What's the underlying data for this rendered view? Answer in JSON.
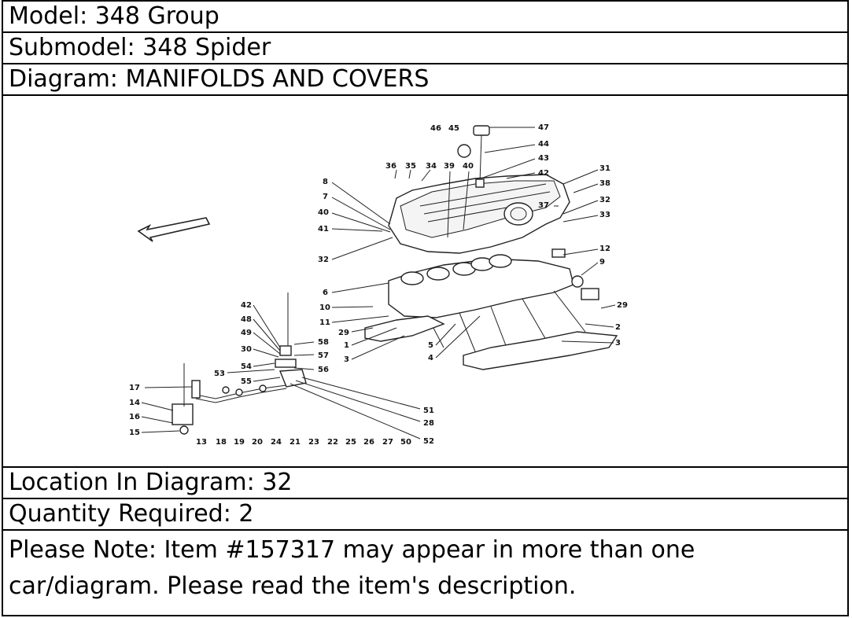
{
  "model": "Model: 348 Group",
  "submodel": "Submodel: 348 Spider",
  "diagram": "Diagram: MANIFOLDS AND COVERS",
  "location": "Location In Diagram: 32",
  "quantity": "Quantity Required: 2",
  "note": "Please Note: Item #157317 may appear in more than one car/diagram. Please read the item's description.",
  "callouts": {
    "c46": "46",
    "c45": "45",
    "c47": "47",
    "c44": "44",
    "c43": "43",
    "c42": "42",
    "c31": "31",
    "c38": "38",
    "c37": "37",
    "c32a": "32",
    "c33": "33",
    "c36": "36",
    "c35": "35",
    "c34": "34",
    "c39": "39",
    "c40a": "40",
    "c8": "8",
    "c7": "7",
    "c40b": "40",
    "c41": "41",
    "c32b": "32",
    "c12": "12",
    "c9": "9",
    "c29a": "29",
    "c2": "2",
    "c3a": "3",
    "c6": "6",
    "c10": "10",
    "c11": "11",
    "c29b": "29",
    "c1": "1",
    "c3b": "3",
    "c5": "5",
    "c4": "4",
    "c42b": "42",
    "c48": "48",
    "c49": "49",
    "c30": "30",
    "c58": "58",
    "c57": "57",
    "c54": "54",
    "c56": "56",
    "c53": "53",
    "c55": "55",
    "c17": "17",
    "c14": "14",
    "c16": "16",
    "c15": "15",
    "c51": "51",
    "c28": "28",
    "c52": "52",
    "b13": "13",
    "b18": "18",
    "b19": "19",
    "b20": "20",
    "b24": "24",
    "b21": "21",
    "b23": "23",
    "b22": "22",
    "b25": "25",
    "b26": "26",
    "b27": "27",
    "b50": "50"
  }
}
